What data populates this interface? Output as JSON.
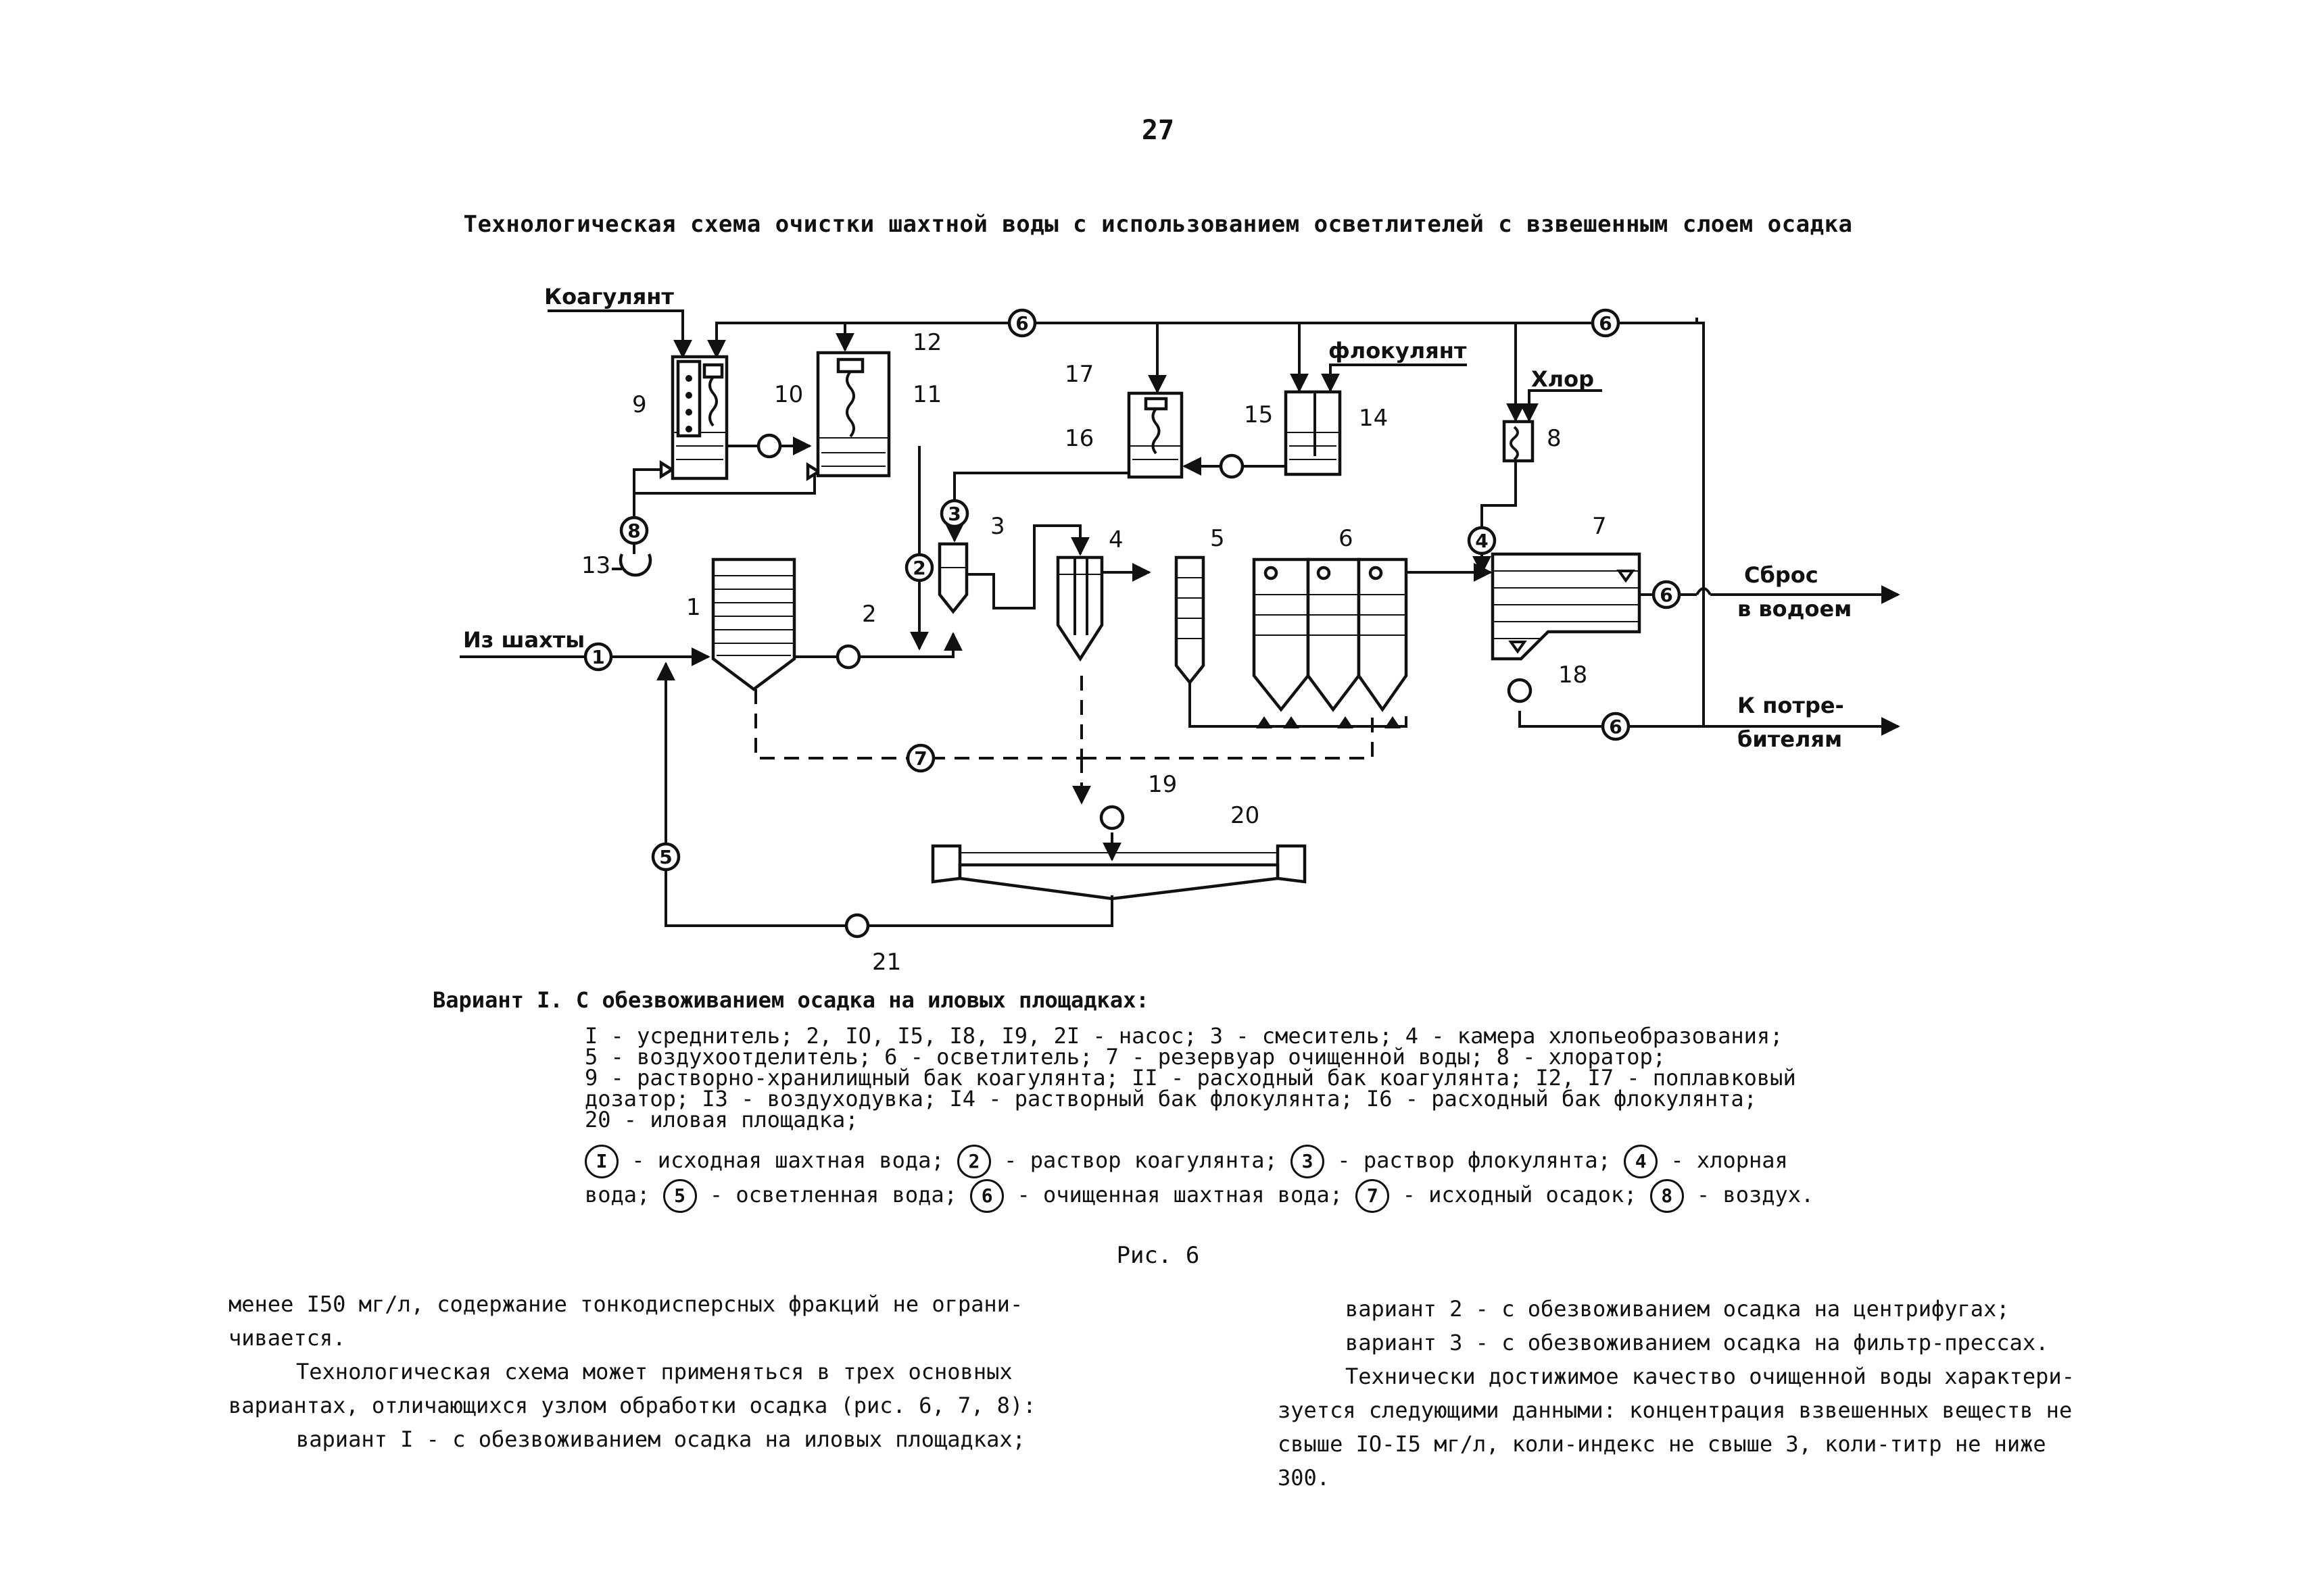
{
  "page_number": "27",
  "figure_title": "Технологическая схема очистки шахтной воды с использованием осветлителей с взвешенным слоем осадка",
  "diagram": {
    "labels": {
      "coagulant": "Коагулянт",
      "flocculant": "флокулянт",
      "chlorine": "Хлор",
      "from_mine": "Из шахты",
      "discharge_1": "Сброс",
      "discharge_2": "в водоем",
      "consumers_1": "К потре-",
      "consumers_2": "бителям"
    },
    "unit_numbers": {
      "u1": "1",
      "u2": "2",
      "u3": "3",
      "u4": "4",
      "u5": "5",
      "u6": "6",
      "u7": "7",
      "u8": "8",
      "u9": "9",
      "u10": "10",
      "u11": "11",
      "u12": "12",
      "u13": "13",
      "u14": "14",
      "u15": "15",
      "u16": "16",
      "u17": "17",
      "u18": "18",
      "u19": "19",
      "u20": "20",
      "u21": "21"
    },
    "stream_markers": {
      "s1": "1",
      "s2": "2",
      "s3": "3",
      "s4": "4",
      "s5": "5",
      "s6": "6",
      "s7": "7",
      "s8": "8"
    }
  },
  "legend": {
    "variant_title": "Вариант I. С обезвоживанием осадка на иловых площадках:",
    "items_lines": [
      "I - усреднитель;  2, IO, I5, I8, I9, 2I - насос;  3 - смеситель;  4 - камера хлопьеобразования;",
      "5 - воздухоотделитель;  6 - осветлитель;  7 - резервуар очищенной воды;  8 - хлоратор;",
      "9 - растворно-хранилищный бак коагулянта;  II - расходный бак коагулянта;  I2, I7 - поплавковый",
      "дозатор;  I3 - воздуходувка;  I4 - растворный бак флокулянта;  I6 - расходный бак флокулянта;",
      "20 - иловая площадка;"
    ],
    "streams": [
      {
        "num": "I",
        "text": " - исходная шахтная вода;  "
      },
      {
        "num": "2",
        "text": " - раствор коагулянта;  "
      },
      {
        "num": "3",
        "text": " - раствор флокулянта;  "
      },
      {
        "num": "4",
        "text": " - хлорная"
      },
      {
        "num": "5",
        "text": " - осветленная вода;  ",
        "prefix": "вода;  "
      },
      {
        "num": "6",
        "text": " - очищенная шахтная вода;  "
      },
      {
        "num": "7",
        "text": " - исходный осадок;  "
      },
      {
        "num": "8",
        "text": " - воздух."
      }
    ]
  },
  "figure_caption": "Рис. 6",
  "body_left": [
    "менее I50 мг/л, содержание тонкодисперсных фракций не ограни-",
    "чивается.",
    "Технологическая схема может применяться в трех основных",
    "вариантах, отличающихся узлом обработки осадка (рис. 6, 7, 8):",
    "вариант I - с обезвоживанием осадка на иловых площадках;"
  ],
  "body_right": [
    "вариант 2 - с обезвоживанием осадка на центрифугах;",
    "вариант 3 - с обезвоживанием осадка на фильтр-прессах.",
    "Технически достижимое качество очищенной воды характери-",
    "зуется следующими данными: концентрация взвешенных веществ не",
    "свыше IO-I5 мг/л, коли-индекс не свыше 3, коли-титр не ниже",
    "300."
  ]
}
